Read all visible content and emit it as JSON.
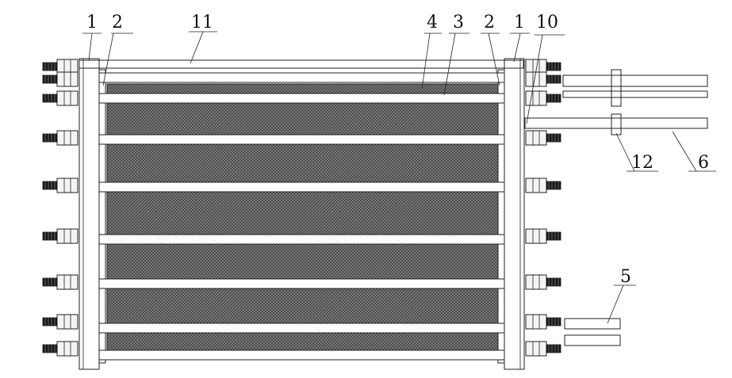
{
  "figure": {
    "callouts": [
      {
        "id": "c1l",
        "text": "1"
      },
      {
        "id": "c2l",
        "text": "2"
      },
      {
        "id": "c11",
        "text": "11"
      },
      {
        "id": "c4",
        "text": "4"
      },
      {
        "id": "c3",
        "text": "3"
      },
      {
        "id": "c2r",
        "text": "2"
      },
      {
        "id": "c1r",
        "text": "1"
      },
      {
        "id": "c10",
        "text": "10"
      },
      {
        "id": "c12",
        "text": "12"
      },
      {
        "id": "c6",
        "text": "6"
      },
      {
        "id": "c5",
        "text": "5"
      }
    ],
    "colors": {
      "line": "#222222",
      "plate_fill": "#6a6a6a",
      "plate_hatch": "#3c3c3c",
      "frame_fill": "#f4f4f4",
      "bolt_dark": "#1a1a1a"
    },
    "plate_count": 7
  }
}
